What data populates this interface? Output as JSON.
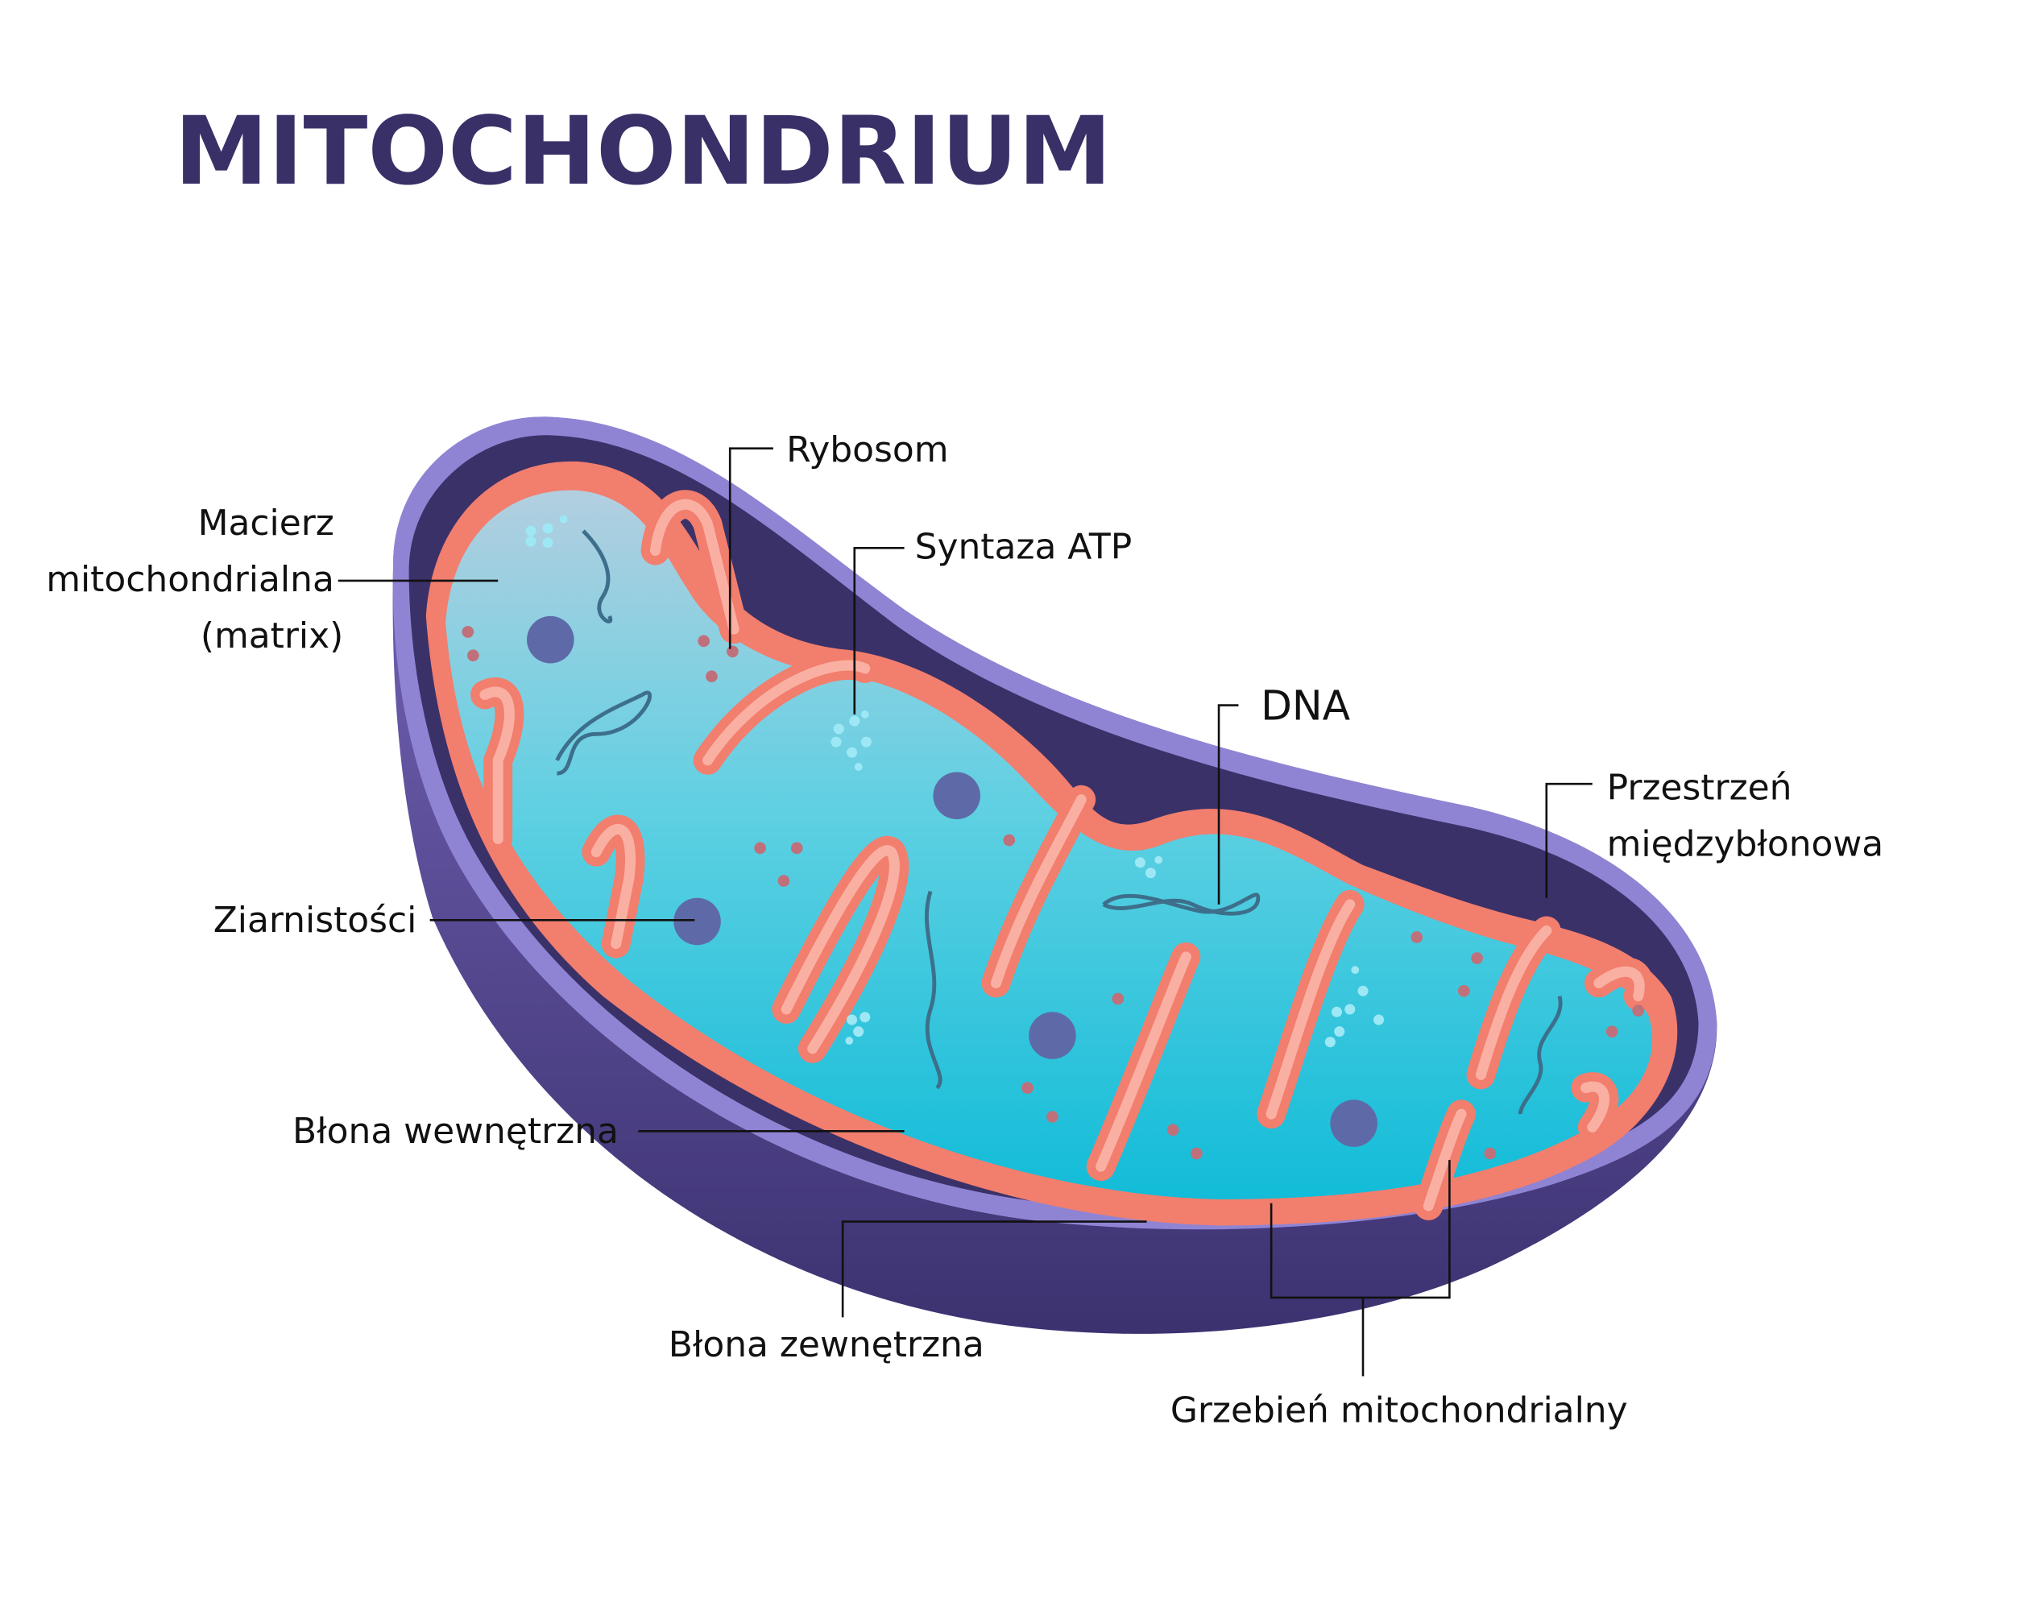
{
  "title": "MITOCHONDRIUM",
  "labels": {
    "matrix": [
      "Macierz",
      "mitochondrialna",
      "(matrix)"
    ],
    "ribosome": "Rybosom",
    "atp_synthase": "Syntaza ATP",
    "dna": "DNA",
    "intermembrane_space": [
      "Przestrzeń",
      "międzybłonowa"
    ],
    "granules": "Ziarnistości",
    "inner_membrane": "Błona wewnętrzna",
    "outer_membrane": "Błona zewnętrzna",
    "crista": "Grzebień mitochondrialny"
  },
  "colors": {
    "title": "#3a3068",
    "outer_membrane": "#6a5aa8",
    "outer_rim": "#8f84d4",
    "intermembrane": "#3a3168",
    "inner_membrane": "#f27e6e",
    "matrix": "#22c3dc",
    "matrix_light": "#a9cde0"
  }
}
